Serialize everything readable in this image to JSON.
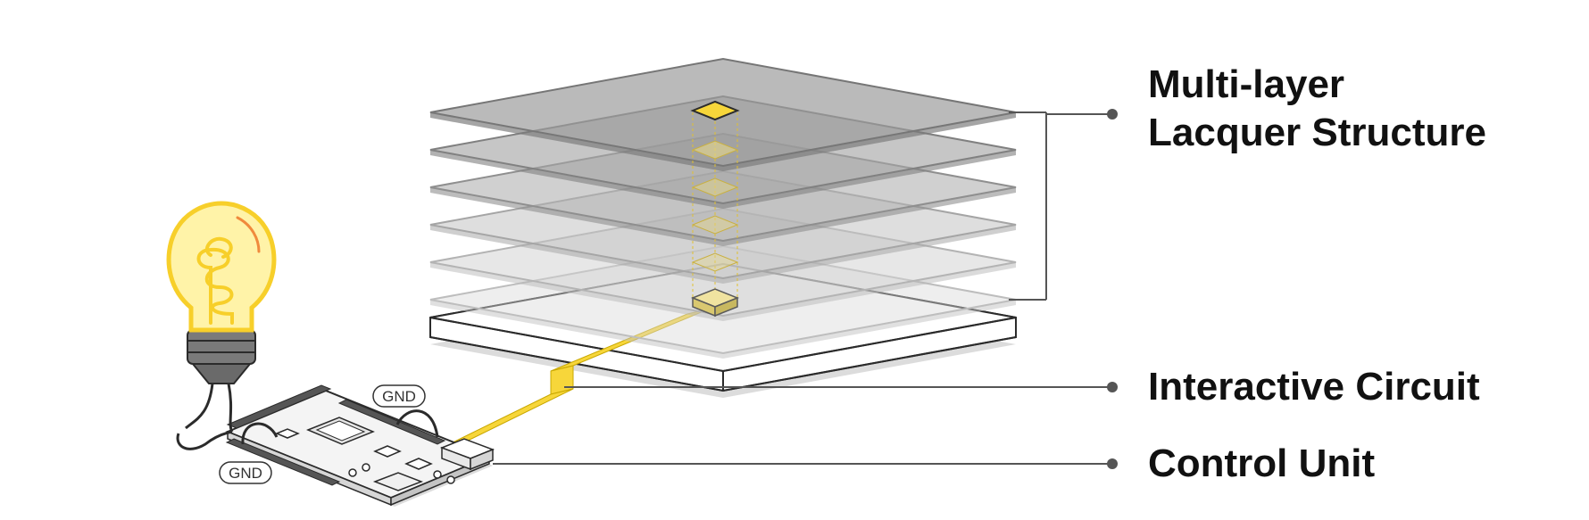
{
  "callouts": {
    "layers": {
      "line1": "Multi-layer",
      "line2": "Lacquer Structure"
    },
    "circuit": {
      "text": "Interactive Circuit"
    },
    "control": {
      "text": "Control Unit"
    }
  },
  "board_labels": {
    "gnd_top": "GND",
    "gnd_bottom": "GND"
  },
  "colors": {
    "accent_yellow": "#f7d63a",
    "layer_gray": "#8f8f8f",
    "outline": "#2b2b2b",
    "callout_line": "#555555"
  },
  "icons": [
    "light-bulb-icon",
    "microcontroller-board",
    "sensor-pad"
  ]
}
